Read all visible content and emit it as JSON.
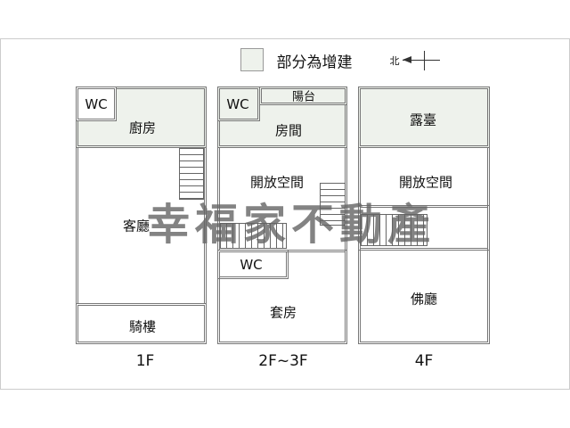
{
  "legend": {
    "label": "部分為增建",
    "swatch_color": "#eef2ec"
  },
  "north": {
    "label": "北"
  },
  "watermark": "幸福家不動產",
  "floors": [
    {
      "label": "1F",
      "rooms": {
        "wc": "WC",
        "kitchen": "廚房",
        "living": "客廳",
        "arcade": "騎樓"
      }
    },
    {
      "label": "2F~3F",
      "rooms": {
        "wc": "WC",
        "balcony": "陽台",
        "bedroom": "房間",
        "open": "開放空間",
        "wc2": "WC",
        "suite": "套房"
      }
    },
    {
      "label": "4F",
      "rooms": {
        "terrace": "露臺",
        "open": "開放空間",
        "shrine": "佛廳"
      }
    }
  ]
}
